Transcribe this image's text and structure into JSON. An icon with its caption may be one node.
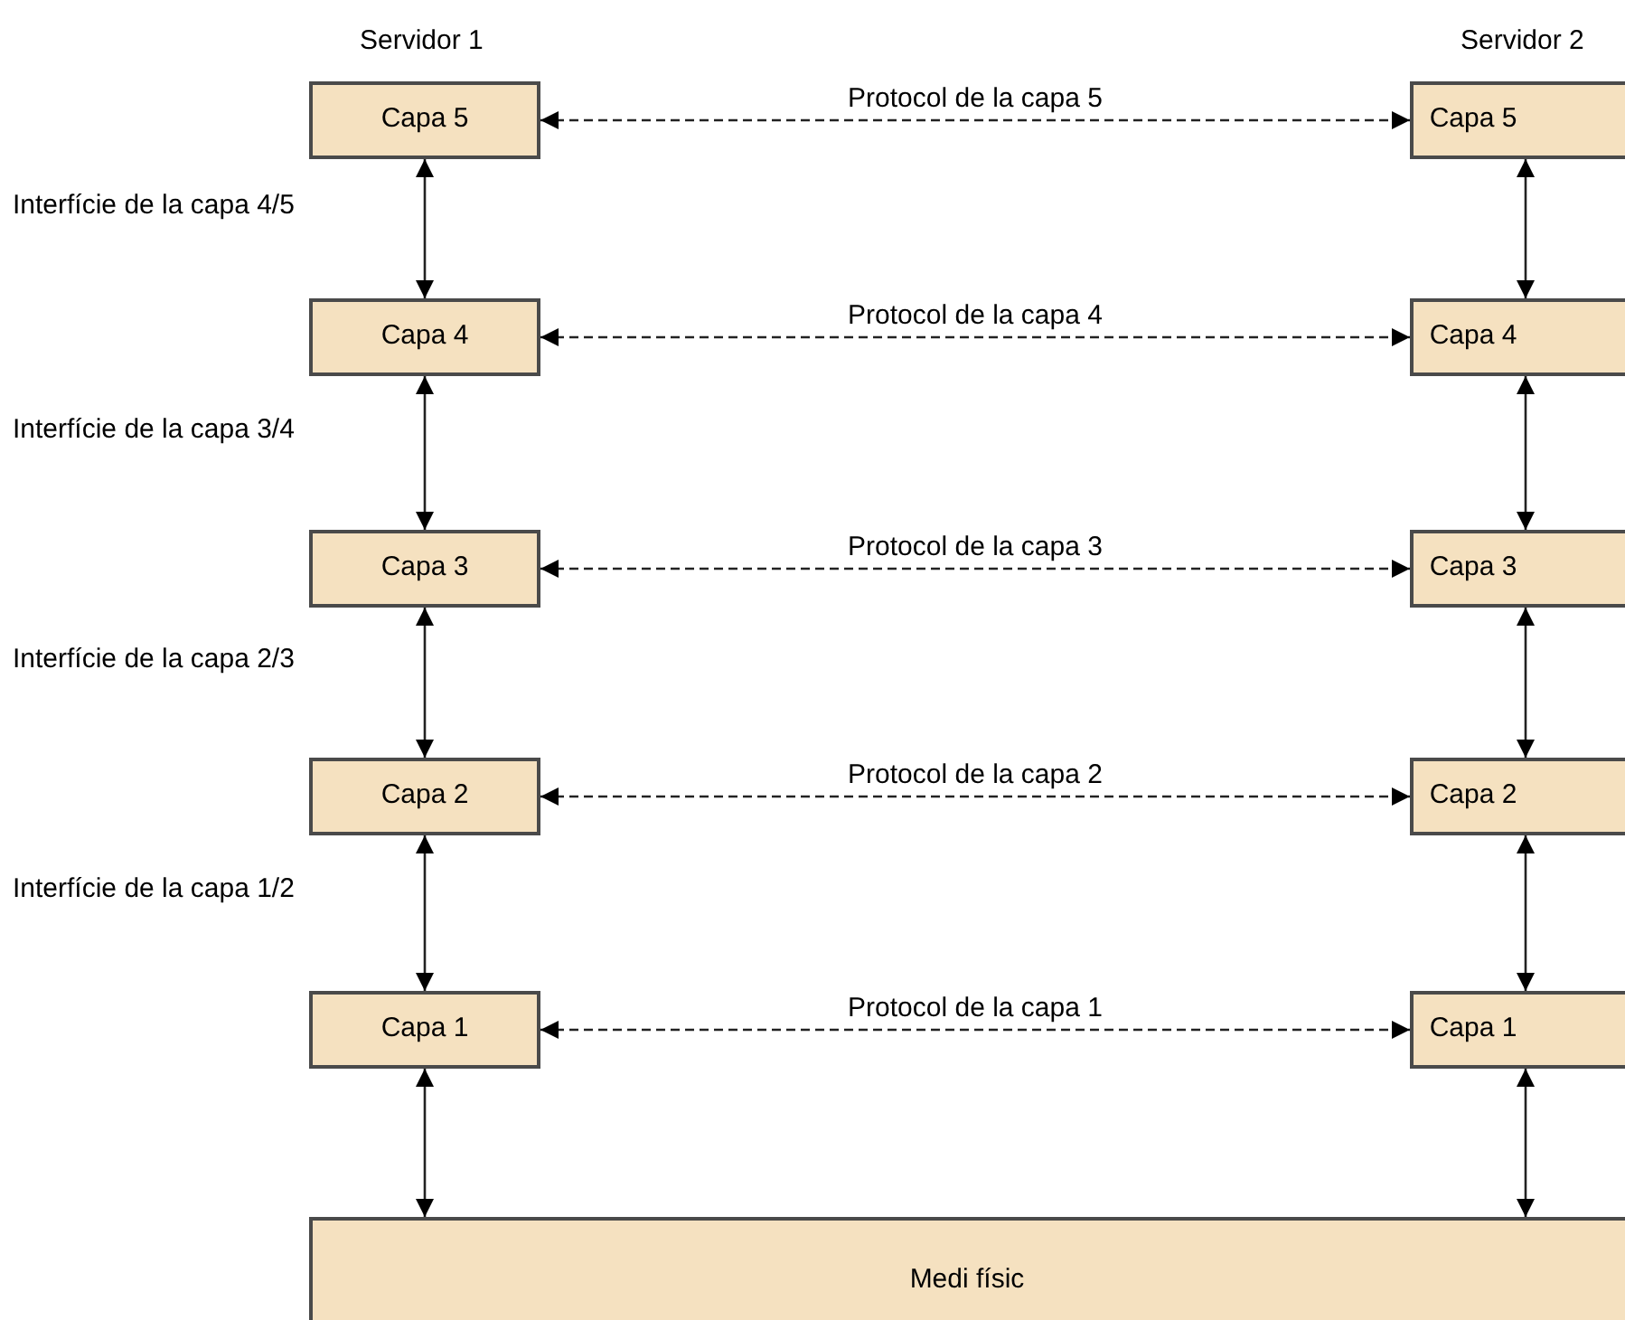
{
  "diagram": {
    "nodes": [
      {
        "text": [
          "Capa 5"
        ]
      },
      {
        "text": [
          "Capa 5"
        ]
      },
      {
        "text": [
          "Capa 4"
        ]
      },
      {
        "text": [
          "Capa 4"
        ]
      },
      {
        "text": [
          "Capa 3"
        ]
      },
      {
        "text": [
          "Capa 3"
        ]
      },
      {
        "text": [
          "Capa 2"
        ]
      },
      {
        "text": [
          "Capa 2"
        ]
      },
      {
        "text": [
          "Capa 1"
        ]
      },
      {
        "text": [
          "Capa 1"
        ]
      },
      {
        "text": [
          "Medi físic"
        ]
      }
    ],
    "edges": [
      {
        "from": 0,
        "to": 1,
        "arrow": "both",
        "style": "dashed",
        "label": "Protocol de la capa 5"
      },
      {
        "from": 0,
        "to": 2,
        "arrow": "both",
        "label": "Interfície de la capa 4/5"
      },
      {
        "from": 1,
        "to": 3,
        "arrow": "both"
      },
      {
        "from": 2,
        "to": 3,
        "arrow": "both",
        "style": "dashed",
        "label": "Protocol de la capa 4"
      },
      {
        "from": 2,
        "to": 4,
        "arrow": "both",
        "label": "Interfície de la capa 3/4"
      },
      {
        "from": 3,
        "to": 5,
        "arrow": "both"
      },
      {
        "from": 4,
        "to": 5,
        "arrow": "both",
        "style": "dashed",
        "label": "Protocol de la capa 3"
      },
      {
        "from": 4,
        "to": 6,
        "arrow": "both",
        "label": "Interfície de la capa 2/3"
      },
      {
        "from": 5,
        "to": 7,
        "arrow": "both"
      },
      {
        "from": 6,
        "to": 7,
        "arrow": "both",
        "style": "dashed",
        "label": "Protocol de la capa 2"
      },
      {
        "from": 6,
        "to": 8,
        "arrow": "both",
        "label": "Interfície de la capa 1/2"
      },
      {
        "from": 7,
        "to": 9,
        "arrow": "both"
      },
      {
        "from": 8,
        "to": 9,
        "arrow": "both",
        "style": "dashed",
        "label": "Protocol de la capa 1"
      },
      {
        "from": 8,
        "to": 10,
        "arrow": "both"
      },
      {
        "from": 9,
        "to": 10,
        "arrow": "both"
      }
    ],
    "labels": [
      "Servidor 1",
      "Servidor 2"
    ]
  }
}
